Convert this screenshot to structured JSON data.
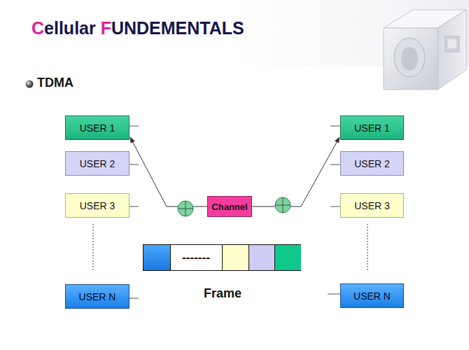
{
  "diagram": {
    "title": "Cellular FUNDEMENTALS",
    "nodes": [
      {
        "text": [
          "USER 1"
        ]
      },
      {
        "text": [
          "USER 1"
        ]
      },
      {
        "text": [
          "USER 2"
        ]
      },
      {
        "text": [
          "USER 2"
        ]
      },
      {
        "text": [
          "USER 3"
        ]
      },
      {
        "text": [
          "Channel"
        ]
      },
      {
        "text": [
          "USER 3"
        ]
      },
      {
        "text": [
          "-------"
        ]
      },
      {
        "text": [
          "USER N"
        ]
      },
      {
        "text": [
          "USER N"
        ]
      }
    ],
    "edges": [
      {
        "from": 5,
        "to": 0,
        "arrow": "to"
      },
      {
        "from": 5,
        "to": 1,
        "arrow": "to"
      }
    ],
    "labels": [
      "TDMA",
      "Frame"
    ]
  }
}
